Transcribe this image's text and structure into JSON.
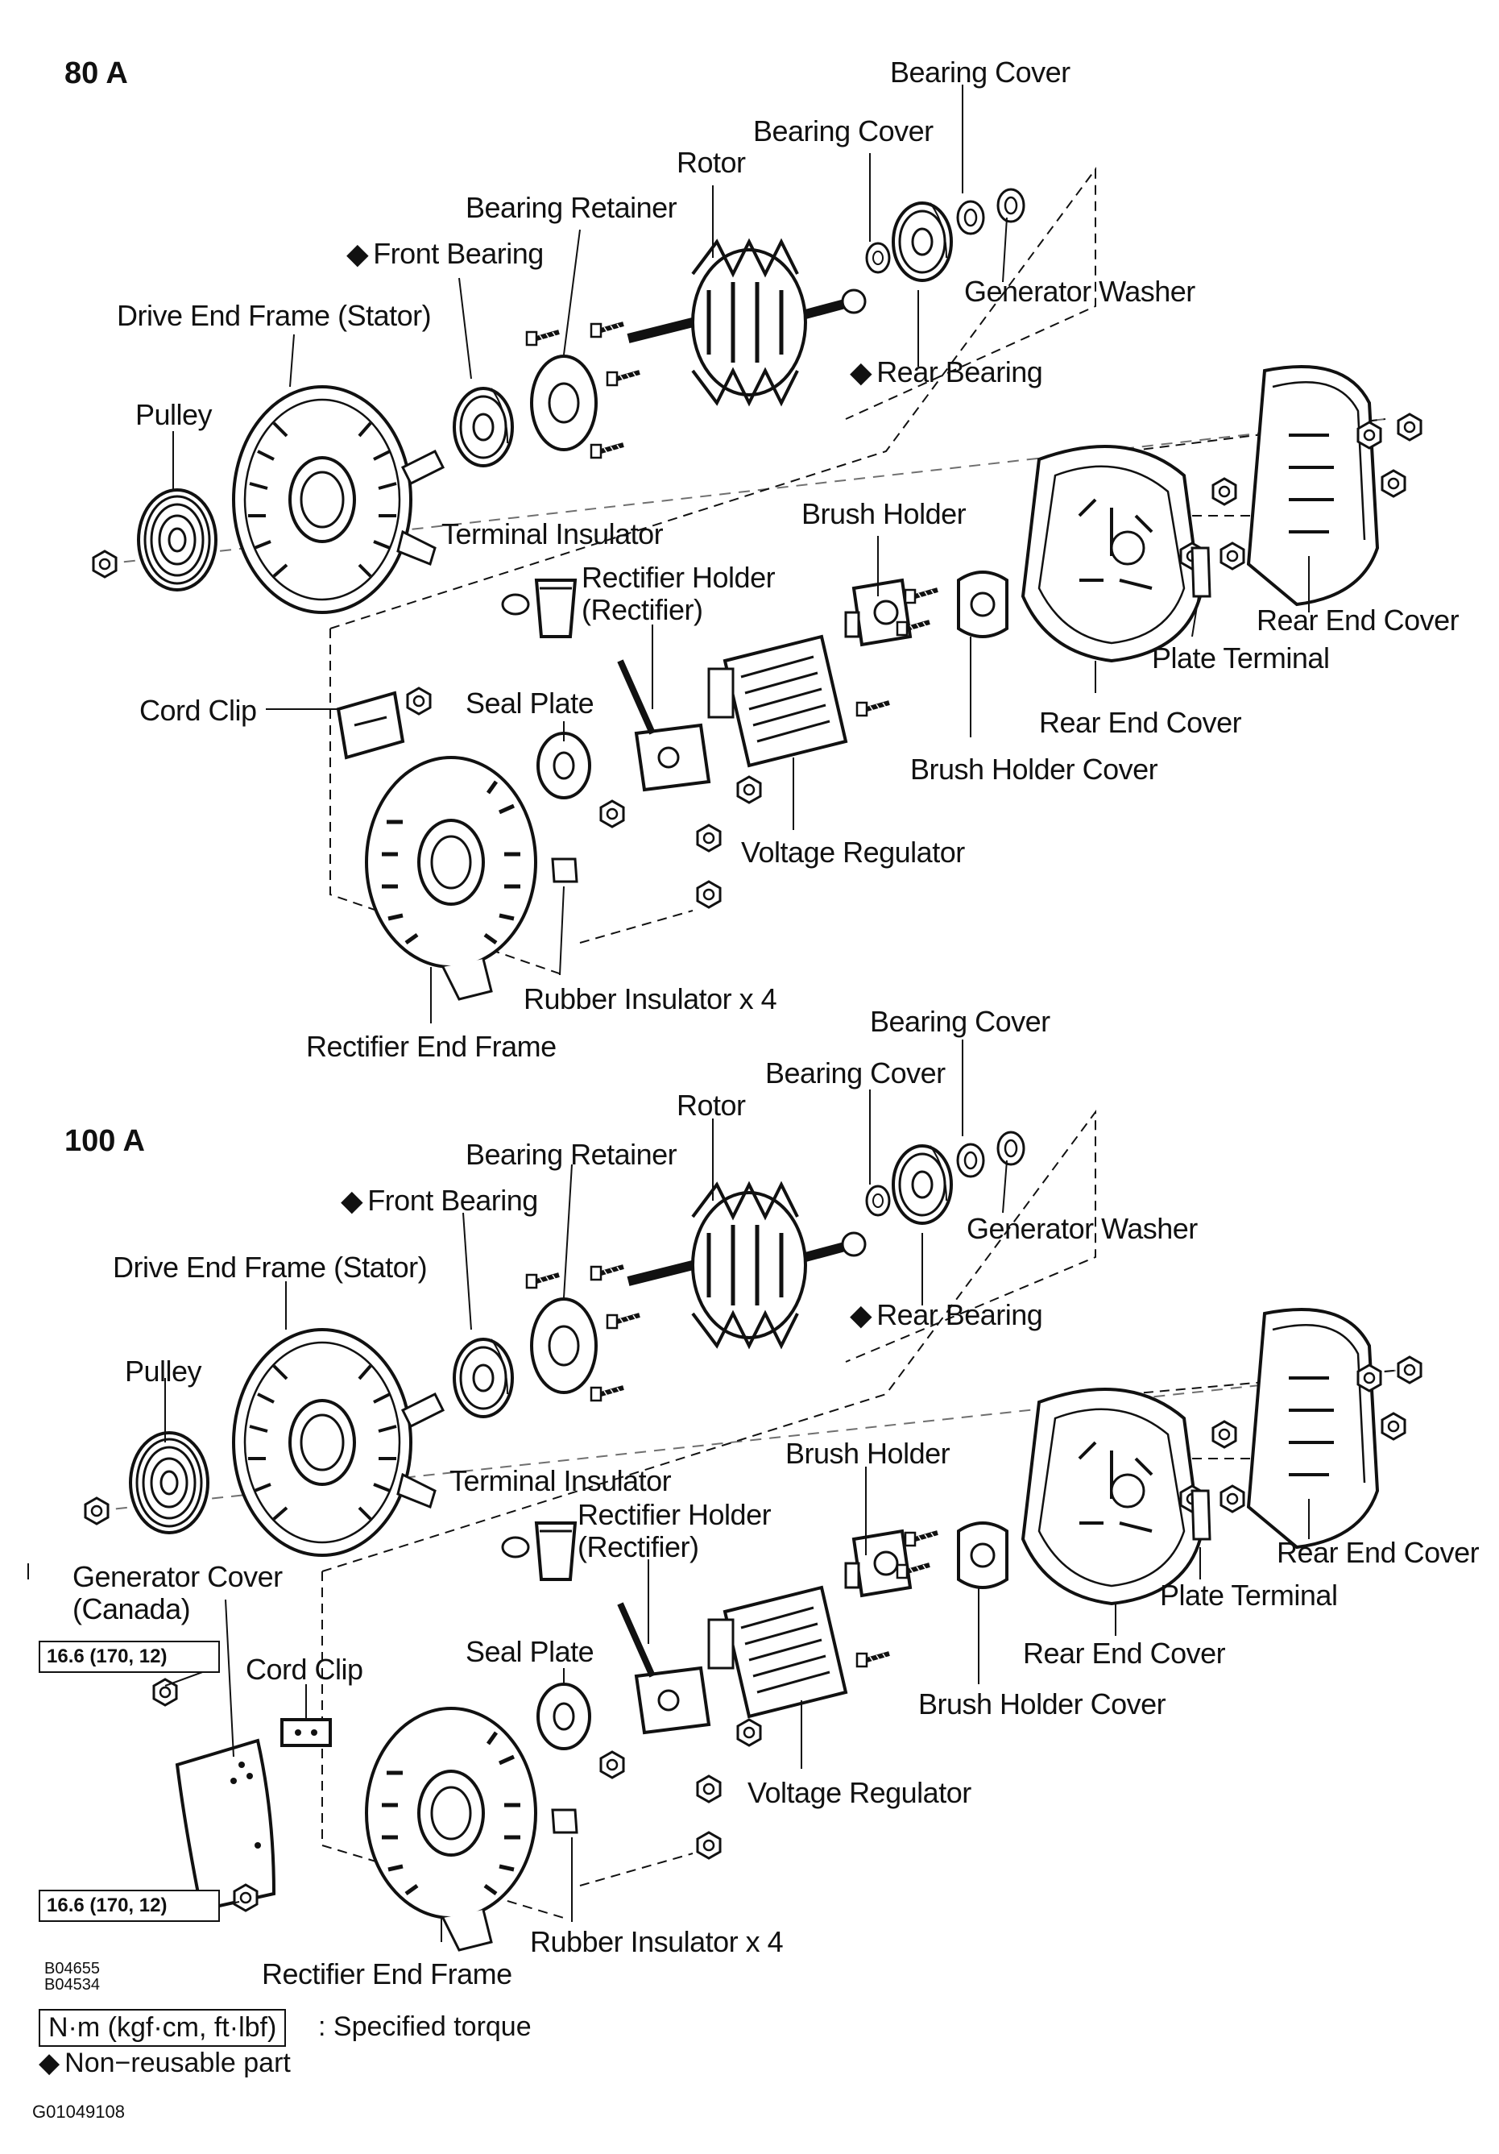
{
  "sections": {
    "top": {
      "title": "80 A",
      "labels": {
        "bearing_cover_outer": "Bearing Cover",
        "bearing_cover_inner": "Bearing Cover",
        "rotor": "Rotor",
        "bearing_retainer": "Bearing Retainer",
        "front_bearing": "Front Bearing",
        "generator_washer": "Generator Washer",
        "drive_end_frame": "Drive End Frame (Stator)",
        "rear_bearing": "Rear Bearing",
        "pulley": "Pulley",
        "terminal_insulator": "Terminal Insulator",
        "brush_holder": "Brush Holder",
        "rectifier_holder_1": "Rectifier Holder",
        "rectifier_holder_2": "(Rectifier)",
        "rear_end_cover_a": "Rear End Cover",
        "plate_terminal": "Plate Terminal",
        "cord_clip": "Cord Clip",
        "seal_plate": "Seal Plate",
        "rear_end_cover_b": "Rear End Cover",
        "brush_holder_cover": "Brush Holder Cover",
        "voltage_regulator": "Voltage Regulator",
        "rubber_insulator": "Rubber Insulator x 4",
        "rectifier_end_frame": "Rectifier End Frame"
      }
    },
    "bottom": {
      "title": "100 A",
      "labels": {
        "bearing_cover_outer": "Bearing Cover",
        "bearing_cover_inner": "Bearing Cover",
        "rotor": "Rotor",
        "bearing_retainer": "Bearing Retainer",
        "front_bearing": "Front Bearing",
        "generator_washer": "Generator Washer",
        "drive_end_frame": "Drive End Frame (Stator)",
        "rear_bearing": "Rear Bearing",
        "pulley": "Pulley",
        "terminal_insulator": "Terminal Insulator",
        "brush_holder": "Brush Holder",
        "rectifier_holder_1": "Rectifier Holder",
        "rectifier_holder_2": "(Rectifier)",
        "generator_cover_1": "Generator Cover",
        "generator_cover_2": "(Canada)",
        "rear_end_cover_a": "Rear End Cover",
        "plate_terminal": "Plate Terminal",
        "cord_clip": "Cord Clip",
        "seal_plate": "Seal Plate",
        "rear_end_cover_b": "Rear End Cover",
        "brush_holder_cover": "Brush Holder Cover",
        "voltage_regulator": "Voltage Regulator",
        "rubber_insulator": "Rubber Insulator x 4",
        "rectifier_end_frame": "Rectifier End Frame",
        "torque_upper": "16.6 (170, 12)",
        "torque_lower": "16.6 (170, 12)"
      }
    }
  },
  "codes": {
    "code1": "B04655",
    "code2": "B04534",
    "figure_id": "G01049108"
  },
  "legend": {
    "torque_unit": "N·m (kgf·cm, ft·lbf)",
    "torque_desc": ": Specified torque",
    "non_reusable": "Non−reusable part"
  },
  "symbols": {
    "diamond": "◆"
  }
}
